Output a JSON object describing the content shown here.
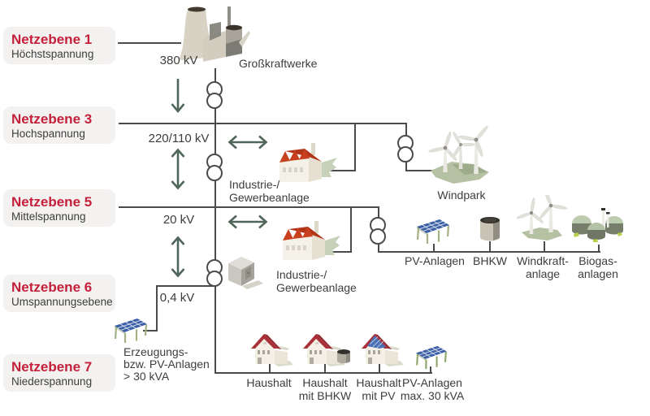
{
  "diagram": {
    "levels": [
      {
        "title": "Netzebene 1",
        "subtitle": "Höchstspannung"
      },
      {
        "title": "Netzebene 3",
        "subtitle": "Hochspannung"
      },
      {
        "title": "Netzebene 5",
        "subtitle": "Mittelspannung"
      },
      {
        "title": "Netzebene 6",
        "subtitle": "Umspannungsebene"
      },
      {
        "title": "Netzebene 7",
        "subtitle": "Niederspannung"
      }
    ],
    "voltages": {
      "ne1": "380 kV",
      "ne3": "220/110 kV",
      "ne5": "20 kV",
      "ne6": "0,4 kV"
    },
    "nodes": {
      "grosskraftwerke": "Großkraftwerke",
      "industrie_hv_1": "Industrie-/",
      "industrie_hv_2": "Gewerbeanlage",
      "windpark": "Windpark",
      "industrie_mv_1": "Industrie-/",
      "industrie_mv_2": "Gewerbeanlage",
      "pv_gross_1": "Erzeugungs-",
      "pv_gross_2": "bzw. PV-Anlagen",
      "pv_gross_3": "> 30 kVA",
      "pv_anlagen": "PV-Anlagen",
      "bhkw": "BHKW",
      "windkraft_1": "Windkraft-",
      "windkraft_2": "anlage",
      "biogas_1": "Biogas-",
      "biogas_2": "anlagen",
      "haushalt": "Haushalt",
      "haushalt_bhkw_1": "Haushalt",
      "haushalt_bhkw_2": "mit BHKW",
      "haushalt_pv_1": "Haushalt",
      "haushalt_pv_2": "mit PV",
      "pv_klein_1": "PV-Anlagen",
      "pv_klein_2": "max. 30 kVA"
    },
    "colors": {
      "accent_red": "#c4203a",
      "line": "#4b4b49",
      "arrow": "#50665a",
      "label_box": "#f4f2f1",
      "roof_red": "#a93038",
      "factory_roof": "#c8401d",
      "pv_blue": "#3b5fa6",
      "green_base": "#b5c1a3"
    }
  }
}
